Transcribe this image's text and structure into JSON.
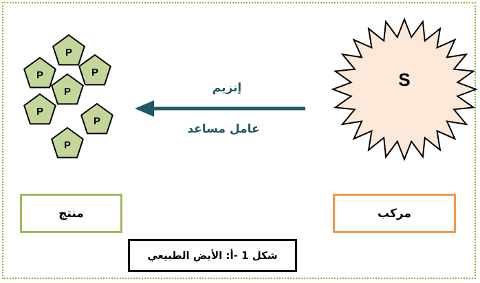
{
  "substrate": {
    "symbol": "S",
    "label": "مركب",
    "fill": "#fde9d9",
    "stroke": "#000000"
  },
  "arrow": {
    "enzyme": "إنزيم",
    "cofactor": "عامل مساعد",
    "color": "#215868"
  },
  "product": {
    "label": "منتج",
    "unit_symbol": "P",
    "unit_count": 7,
    "fill": "#c4d79b",
    "stroke": "#000000"
  },
  "caption": {
    "text": "شكل 1 -أ: الأيض الطبيعي"
  },
  "colors": {
    "frame": "#8db33f",
    "product_box": "#9bbb59",
    "substrate_box": "#f79646",
    "caption_box": "#000000"
  }
}
